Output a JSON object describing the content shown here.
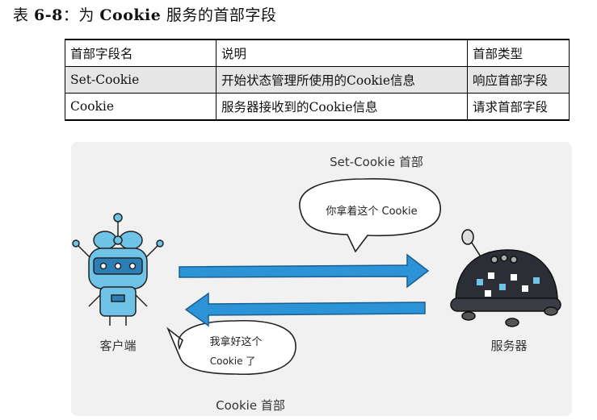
{
  "caption": {
    "prefix": "表 ",
    "number": "6-8",
    "sep": "：为 ",
    "bold_word": "Cookie",
    "suffix": " 服务的首部字段"
  },
  "table": {
    "headers": [
      "首部字段名",
      "说明",
      "首部类型"
    ],
    "rows": [
      [
        "Set-Cookie",
        "开始状态管理所使用的Cookie信息",
        "响应首部字段"
      ],
      [
        "Cookie",
        "服务器接收到的Cookie信息",
        "请求首部字段"
      ]
    ]
  },
  "figure": {
    "top_label": "Set-Cookie 首部",
    "bottom_label": "Cookie 首部",
    "server_bubble": "你拿着这个 Cookie",
    "client_bubble_line1": "我拿好这个",
    "client_bubble_line2": "Cookie 了",
    "client_label": "客户端",
    "server_label": "服务器",
    "colors": {
      "arrow": "#2c93d6",
      "client": "#6ec3e6",
      "server": "#2b2e35",
      "bg": "#f1f1f1"
    }
  }
}
